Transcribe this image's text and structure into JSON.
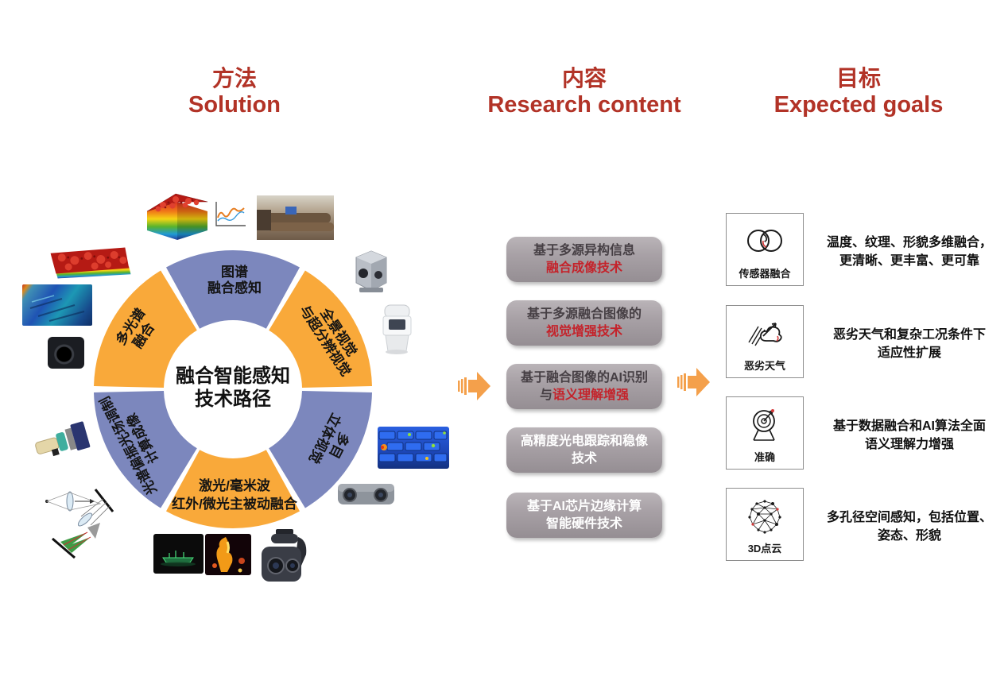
{
  "headers": {
    "col1_zh": "方法",
    "col1_en": "Solution",
    "col2_zh": "内容",
    "col2_en": "Research content",
    "col3_zh": "目标",
    "col3_en": "Expected goals"
  },
  "colors": {
    "header_red": "#b23327",
    "segment_blue": "#7c87bd",
    "segment_orange": "#f9a93a",
    "box_text_red": "#c4232b",
    "arrow_orange": "#f4a04b"
  },
  "donut": {
    "center_line1": "融合智能感知",
    "center_line2": "技术路径",
    "segments": [
      {
        "line1": "图谱",
        "line2": "融合感知",
        "color": "blue"
      },
      {
        "line1": "全景视觉",
        "line2": "与超分辨视觉",
        "color": "orange"
      },
      {
        "line1": "多目",
        "line2": "立体视觉",
        "color": "blue"
      },
      {
        "line1": "激光/毫米波",
        "line2": "红外/微光主被动融合",
        "color": "orange"
      },
      {
        "line1": "光谱偏振光场调制",
        "line2": "计算成像",
        "color": "blue"
      },
      {
        "line1": "多光谱",
        "line2": "融合",
        "color": "orange"
      }
    ]
  },
  "research": {
    "boxes": [
      {
        "line1": "基于多源异构信息",
        "line2_prefix": "",
        "line2": "融合成像技术"
      },
      {
        "line1": "基于多源融合图像的",
        "line2_prefix": "",
        "line2": "视觉增强技术"
      },
      {
        "line1": "基于融合图像的AI识别",
        "line2_prefix": "与",
        "line2": "语义理解增强"
      },
      {
        "line1": "高精度光电跟踪和稳像",
        "line2_prefix": "",
        "line2": "技术"
      },
      {
        "line1": "基于AI芯片边缘计算",
        "line2_prefix": "",
        "line2": "智能硬件技术"
      }
    ]
  },
  "goals": [
    {
      "icon": "sensor-fusion-icon",
      "icon_label": "传感器融合",
      "desc_line1": "温度、纹理、形貌多维融合，",
      "desc_line2": "更清晰、更丰富、更可靠"
    },
    {
      "icon": "bad-weather-icon",
      "icon_label": "恶劣天气",
      "desc_line1": "恶劣天气和复杂工况条件下",
      "desc_line2": "适应性扩展"
    },
    {
      "icon": "accuracy-target-icon",
      "icon_label": "准确",
      "desc_line1": "基于数据融合和AI算法全面",
      "desc_line2": "语义理解力增强"
    },
    {
      "icon": "point-cloud-icon",
      "icon_label": "3D点云",
      "desc_line1": "多孔径空间感知，包括位置、",
      "desc_line2": "姿态、形貌"
    }
  ],
  "photos": [
    "hyperspectral-cube",
    "spectral-curve-chart",
    "pipeline-thermal",
    "strawberry-spectral",
    "thermal-scene-blue",
    "infrared-camera",
    "optical-lens-assembly",
    "computational-optics-diagram",
    "night-vision-ship",
    "thermal-infrared-people",
    "gimbal-camera",
    "panoramic-camera-rig",
    "white-vision-sensor",
    "thermal-blocks",
    "stereo-camera"
  ]
}
